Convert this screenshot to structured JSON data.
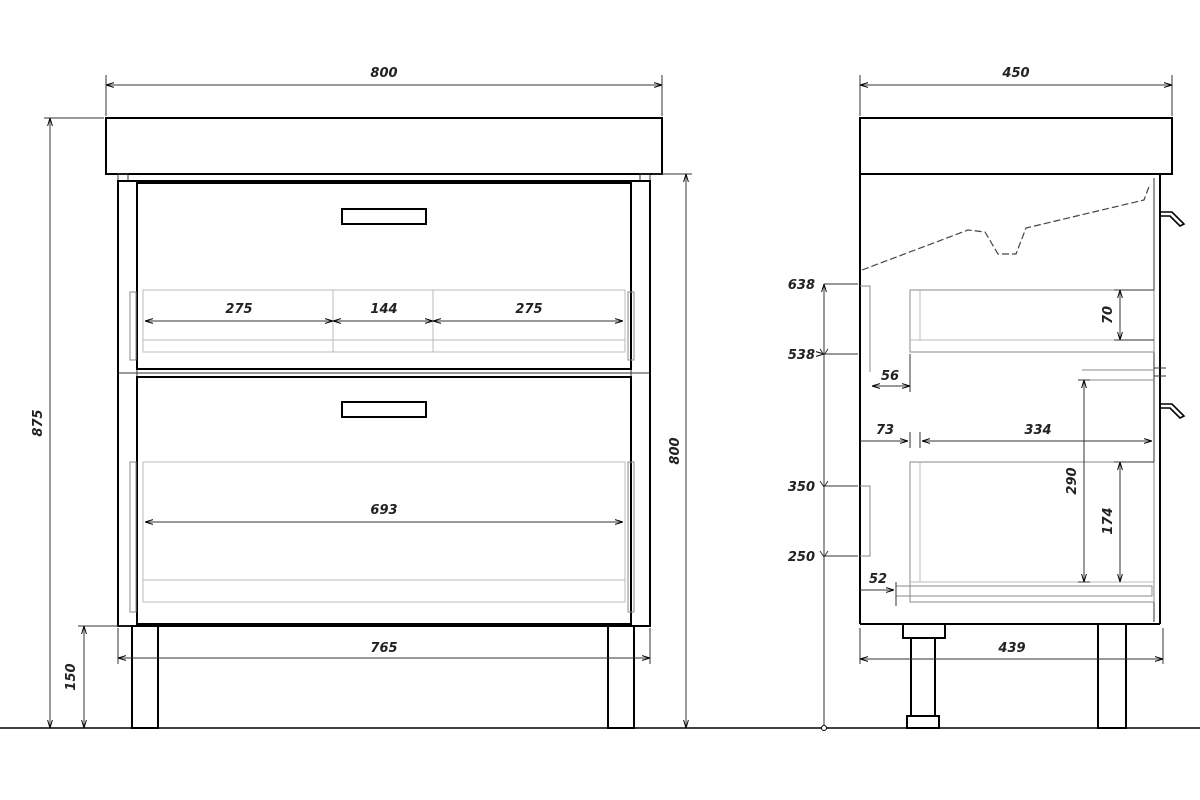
{
  "front_view": {
    "total_width": "800",
    "total_height": "875",
    "body_height": "800",
    "leg_height": "150",
    "inner_width": "765",
    "upper_drawer_left": "275",
    "upper_drawer_middle": "144",
    "upper_drawer_right": "275",
    "lower_drawer_width": "693"
  },
  "side_view": {
    "top_depth": "450",
    "bottom_depth": "439",
    "height_638": "638",
    "height_538": "538",
    "height_350": "350",
    "height_250": "250",
    "dim_56": "56",
    "dim_73": "73",
    "dim_334": "334",
    "dim_70": "70",
    "dim_290": "290",
    "dim_174": "174",
    "dim_52": "52"
  }
}
